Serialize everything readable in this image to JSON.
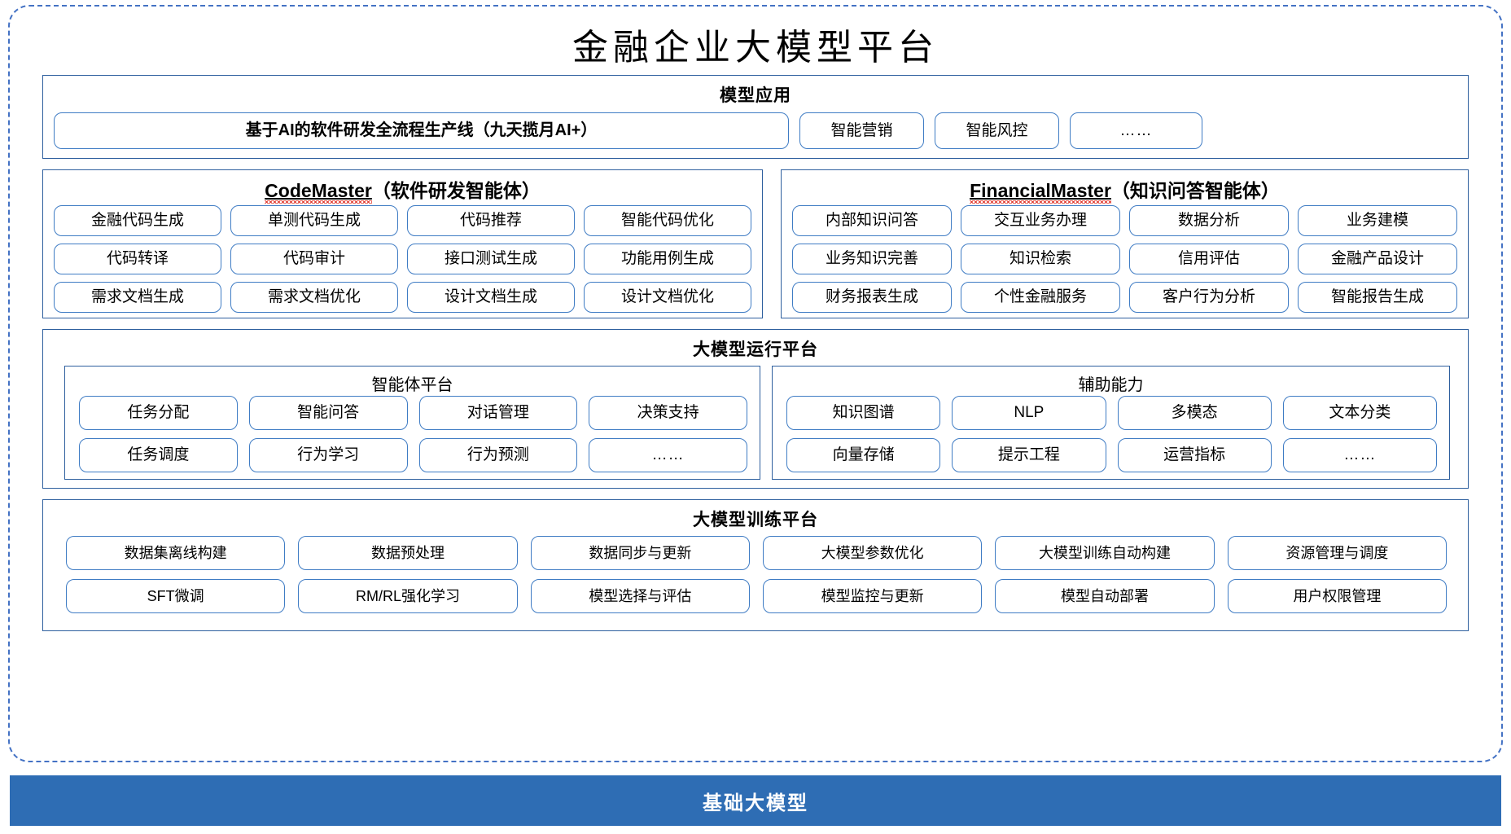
{
  "page": {
    "title": "金融企业大模型平台",
    "accent_blue": "#2e6db4",
    "border_blue": "#3f7cc4",
    "frame_blue": "#4472c4"
  },
  "model_application": {
    "title": "模型应用",
    "primary_item": "基于AI的软件研发全流程生产线（九天揽月AI+）",
    "items": [
      "智能营销",
      "智能风控",
      "……"
    ]
  },
  "code_master": {
    "title_en": "CodeMaster",
    "title_cn": "（软件研发智能体）",
    "items": [
      "金融代码生成",
      "单测代码生成",
      "代码推荐",
      "智能代码优化",
      "代码转译",
      "代码审计",
      "接口测试生成",
      "功能用例生成",
      "需求文档生成",
      "需求文档优化",
      "设计文档生成",
      "设计文档优化"
    ]
  },
  "financial_master": {
    "title_en": "FinancialMaster",
    "title_cn": "（知识问答智能体）",
    "items": [
      "内部知识问答",
      "交互业务办理",
      "数据分析",
      "业务建模",
      "业务知识完善",
      "知识检索",
      "信用评估",
      "金融产品设计",
      "财务报表生成",
      "个性金融服务",
      "客户行为分析",
      "智能报告生成"
    ]
  },
  "runtime_platform": {
    "title": "大模型运行平台",
    "agent_platform": {
      "title": "智能体平台",
      "items": [
        "任务分配",
        "智能问答",
        "对话管理",
        "决策支持",
        "任务调度",
        "行为学习",
        "行为预测",
        "……"
      ]
    },
    "auxiliary_capability": {
      "title": "辅助能力",
      "items": [
        "知识图谱",
        "NLP",
        "多模态",
        "文本分类",
        "向量存储",
        "提示工程",
        "运营指标",
        "……"
      ]
    }
  },
  "training_platform": {
    "title": "大模型训练平台",
    "items": [
      "数据集离线构建",
      "数据预处理",
      "数据同步与更新",
      "大模型参数优化",
      "大模型训练自动构建",
      "资源管理与调度",
      "SFT微调",
      "RM/RL强化学习",
      "模型选择与评估",
      "模型监控与更新",
      "模型自动部署",
      "用户权限管理"
    ]
  },
  "base_model": {
    "label": "基础大模型"
  }
}
